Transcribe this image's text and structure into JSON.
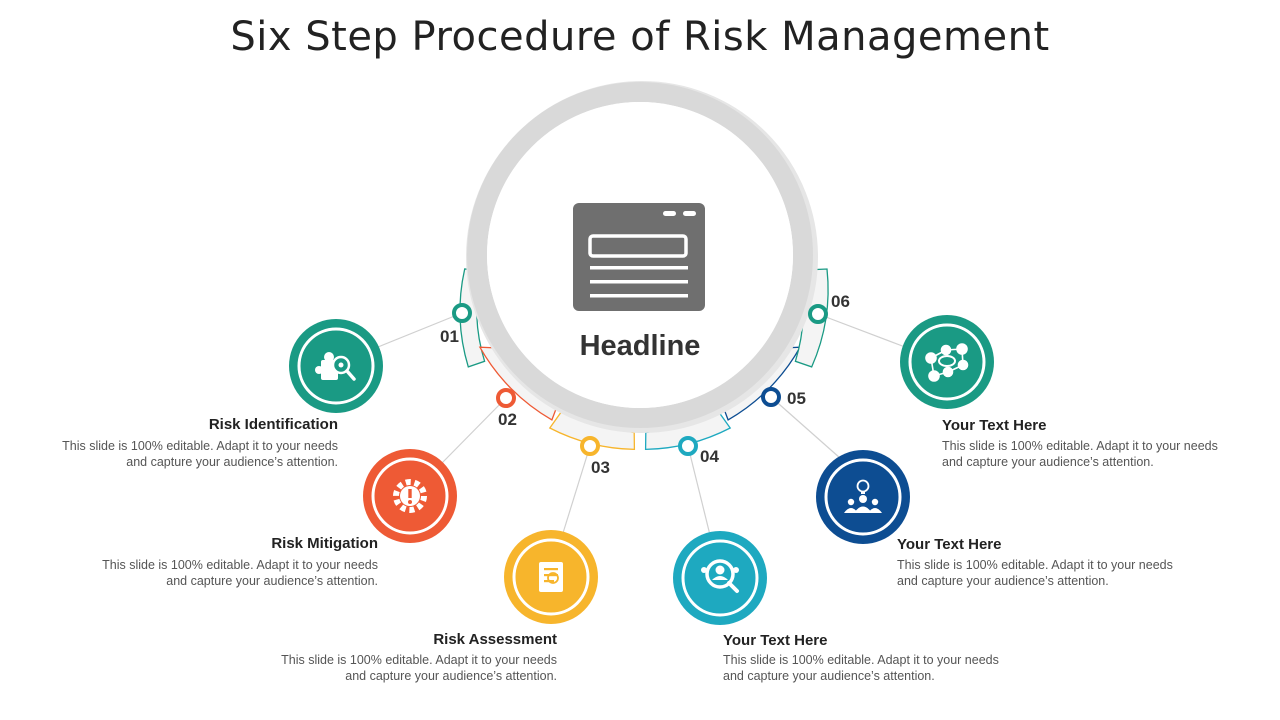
{
  "title": "Six Step Procedure of Risk Management",
  "center": {
    "headline": "Headline",
    "icon": "browser-window-icon"
  },
  "colors": {
    "step1": "#1a9a84",
    "step2": "#ee5a35",
    "step3": "#f7b52c",
    "step4": "#1ea9c0",
    "step5": "#0d4d92",
    "step6": "#1a9a84",
    "ring": "#dcdcdc"
  },
  "steps": [
    {
      "num": "01",
      "title": "Risk Identification",
      "desc": "This slide is 100% editable. Adapt it to your needs and capture your audience’s attention.",
      "icon": "puzzle-search-icon"
    },
    {
      "num": "02",
      "title": "Risk Mitigation",
      "desc": "This slide is 100% editable. Adapt it to your needs and capture your audience’s attention.",
      "icon": "gear-warning-icon"
    },
    {
      "num": "03",
      "title": "Risk Assessment",
      "desc": "This slide is 100% editable. Adapt it to your needs and capture your audience’s attention.",
      "icon": "document-search-icon"
    },
    {
      "num": "04",
      "title": "Your Text Here",
      "desc": "This slide is 100% editable. Adapt it to your needs and capture your audience’s attention.",
      "icon": "user-search-icon"
    },
    {
      "num": "05",
      "title": "Your Text Here",
      "desc": "This slide is 100% editable. Adapt it to your needs and capture your audience’s attention.",
      "icon": "team-idea-icon"
    },
    {
      "num": "06",
      "title": "Your Text Here",
      "desc": "This slide is 100% editable. Adapt it to your needs and capture your audience’s attention.",
      "icon": "network-people-icon"
    }
  ]
}
